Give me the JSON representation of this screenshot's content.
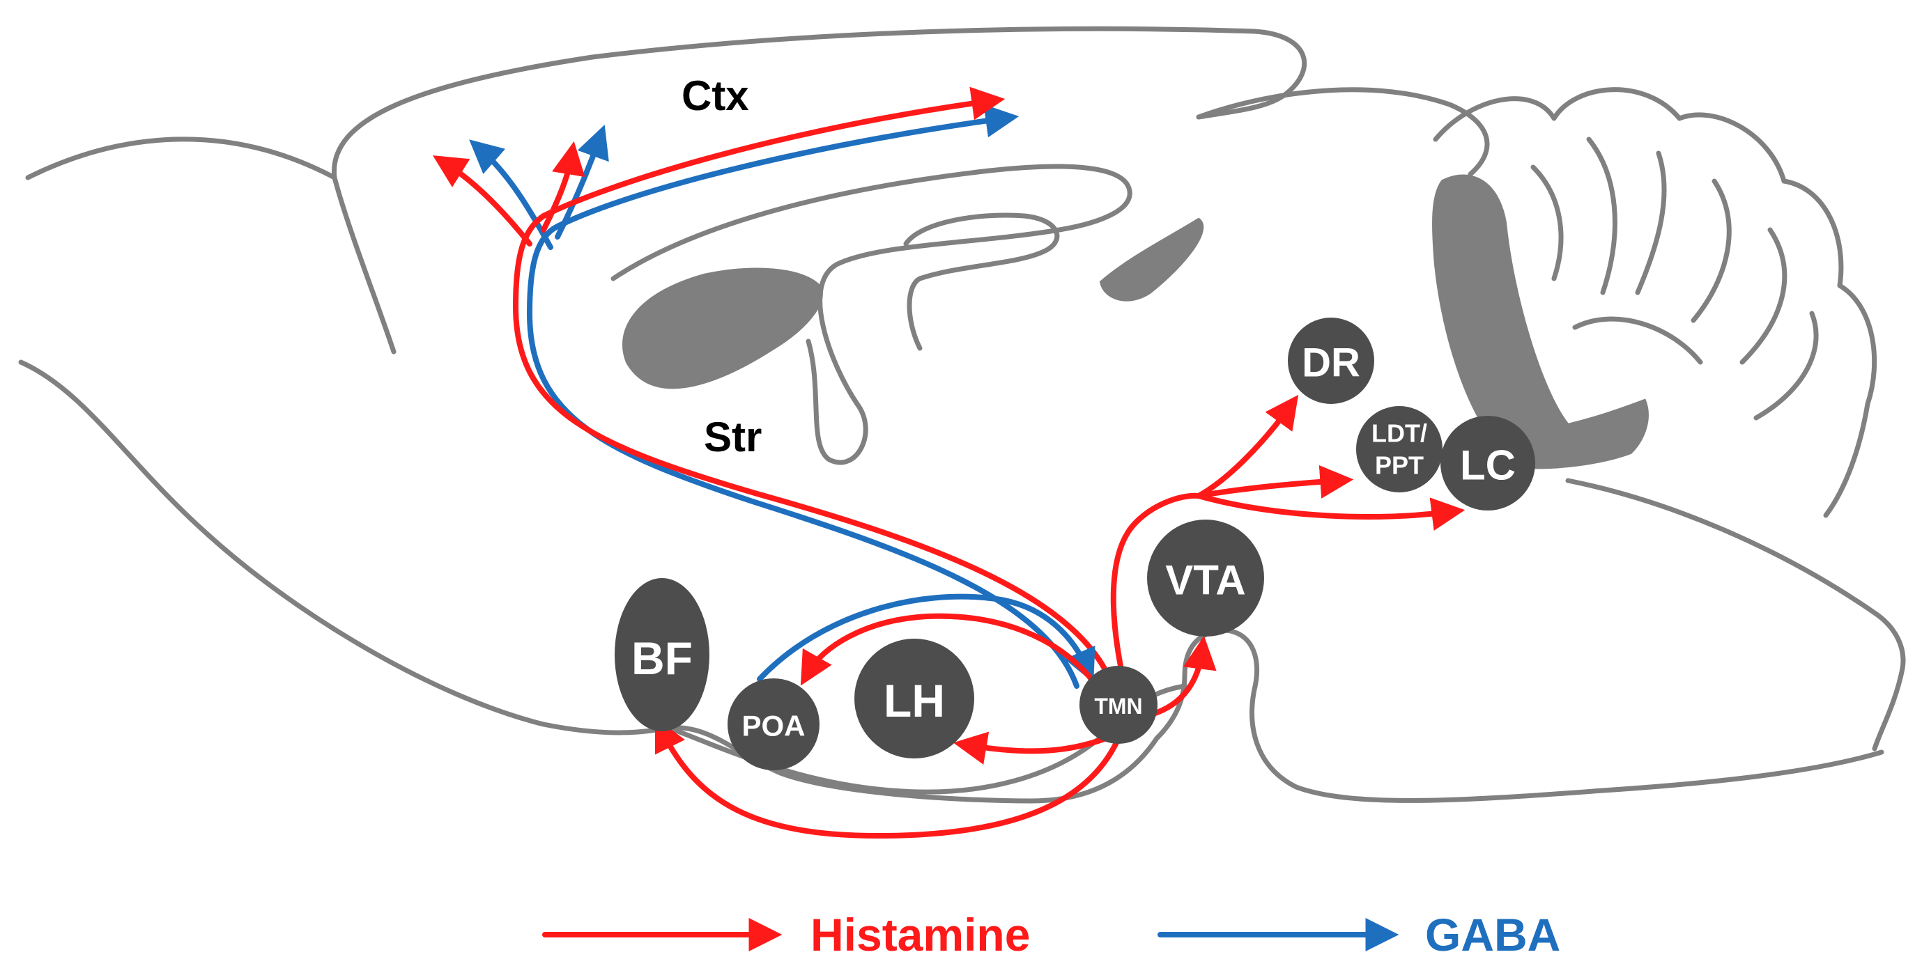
{
  "regions": {
    "ctx": "Ctx",
    "str": "Str"
  },
  "nuclei": {
    "bf": "BF",
    "poa": "POA",
    "lh": "LH",
    "tmn": "TMN",
    "vta": "VTA",
    "dr": "DR",
    "ldt_line1": "LDT/",
    "ldt_line2": "PPT",
    "lc": "LC"
  },
  "legend": {
    "histamine": "Histamine",
    "gaba": "GABA"
  },
  "colors": {
    "histamine": "#ff1a1a",
    "gaba": "#1f6fbf",
    "nucleus": "#4d4d4d",
    "outline": "#808080"
  }
}
